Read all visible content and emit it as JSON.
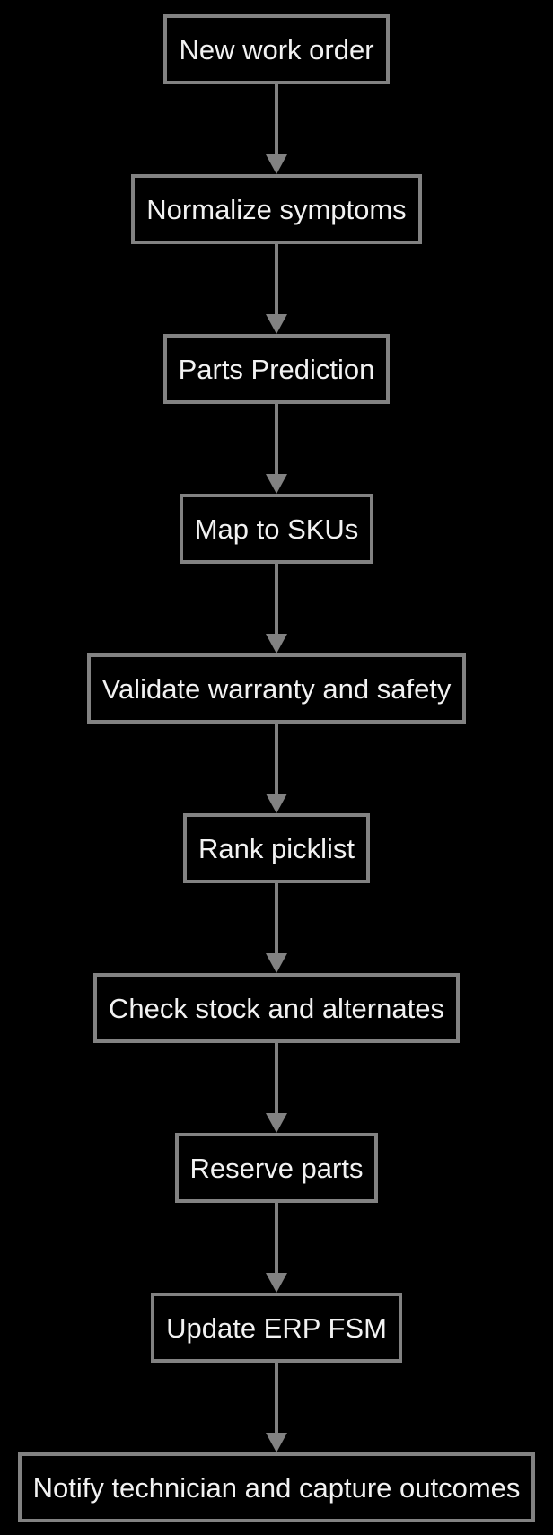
{
  "diagram": {
    "type": "flowchart",
    "direction": "top-down",
    "colors": {
      "background": "#000000",
      "node_fill": "#000000",
      "node_border": "#828282",
      "arrow": "#828282",
      "text": "#f2f2f2"
    },
    "nodes": [
      {
        "id": "new-work-order",
        "label": "New work order"
      },
      {
        "id": "normalize-symptoms",
        "label": "Normalize symptoms"
      },
      {
        "id": "parts-prediction",
        "label": "Parts Prediction"
      },
      {
        "id": "map-to-skus",
        "label": "Map to SKUs"
      },
      {
        "id": "validate-warranty-and-safety",
        "label": "Validate warranty and safety"
      },
      {
        "id": "rank-picklist",
        "label": "Rank picklist"
      },
      {
        "id": "check-stock-and-alternates",
        "label": "Check stock and alternates"
      },
      {
        "id": "reserve-parts",
        "label": "Reserve parts"
      },
      {
        "id": "update-erp-fsm",
        "label": "Update ERP FSM"
      },
      {
        "id": "notify-technician-and-capture-outcomes",
        "label": "Notify technician and capture outcomes"
      }
    ],
    "edges": [
      {
        "from": "New work order",
        "to": "Normalize symptoms"
      },
      {
        "from": "Normalize symptoms",
        "to": "Parts Prediction"
      },
      {
        "from": "Parts Prediction",
        "to": "Map to SKUs"
      },
      {
        "from": "Map to SKUs",
        "to": "Validate warranty and safety"
      },
      {
        "from": "Validate warranty and safety",
        "to": "Rank picklist"
      },
      {
        "from": "Rank picklist",
        "to": "Check stock and alternates"
      },
      {
        "from": "Check stock and alternates",
        "to": "Reserve parts"
      },
      {
        "from": "Reserve parts",
        "to": "Update ERP FSM"
      },
      {
        "from": "Update ERP FSM",
        "to": "Notify technician and capture outcomes"
      }
    ]
  }
}
